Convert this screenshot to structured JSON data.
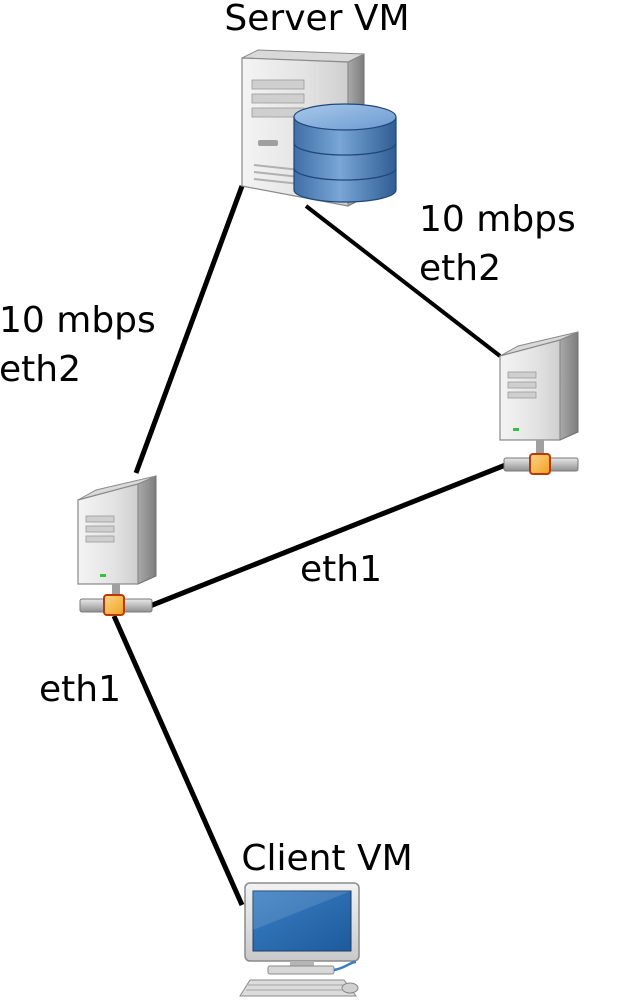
{
  "diagram": {
    "nodes": {
      "server": {
        "label": "Server VM",
        "icon": "server-database-icon"
      },
      "router_left": {
        "icon": "router-tower-icon"
      },
      "router_right": {
        "icon": "router-tower-icon"
      },
      "client": {
        "label": "Client VM",
        "icon": "desktop-computer-icon"
      }
    },
    "links": {
      "server_left": {
        "speed": "10 mbps",
        "iface": "eth2"
      },
      "server_right": {
        "speed": "10 mbps",
        "iface": "eth2"
      },
      "left_right": {
        "iface": "eth1"
      },
      "left_client": {
        "iface": "eth1"
      }
    }
  }
}
